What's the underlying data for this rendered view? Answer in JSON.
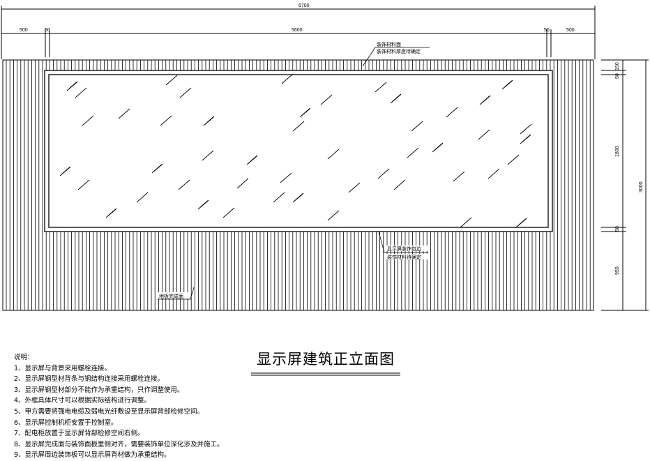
{
  "dimensions": {
    "overall_width": "6700",
    "left_margin": "500",
    "left_gap": "50",
    "screen_width": "5600",
    "right_gap": "50",
    "right_margin": "500",
    "top_margin": "150",
    "top_gap": "50",
    "screen_height": "1800",
    "bottom_gap": "50",
    "bottom_height": "950",
    "overall_height": "3000"
  },
  "annotations": {
    "decor_surface": "装饰材料面",
    "decor_thickness": "装饰材料厚度待确定",
    "screen_decor_edge": "显示屏装饰包边",
    "decor_material_tbd": "装饰材料待确定",
    "floor_finish": "地板完成面"
  },
  "title": "显示屏建筑正立面图",
  "notes": {
    "heading": "说明：",
    "items": [
      "1、显示屏与背景采用螺栓连接。",
      "2、显示屏钢型材背条与钢结构连接采用螺栓连接。",
      "3、显示屏钢型材部分不能作为承重结构，只作调整使用。",
      "4、外框具体尺寸可以根据实际结构进行调整。",
      "5、甲方需要将强电电缆及弱电光纤敷设至显示屏背部检修空间。",
      "6、显示屏控制机柜安置于控制室。",
      "7、配电柜放置于显示屏背部检修空间右侧。",
      "8、显示屏完成面与装饰面板里侧对齐，需要装饰单位深化涉及并施工。",
      "9、显示屏周边装饰板可以显示屏背材做为承重结构。"
    ]
  }
}
